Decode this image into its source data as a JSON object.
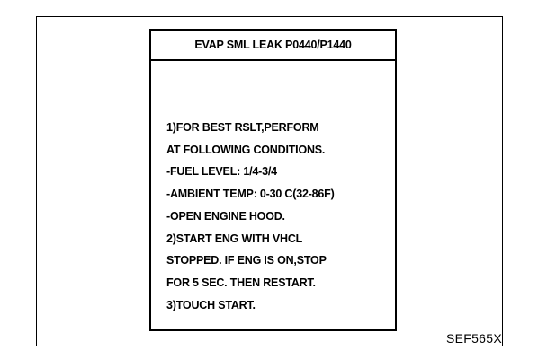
{
  "screen": {
    "title": "EVAP SML LEAK P0440/P1440",
    "lines": [
      "1)FOR BEST RSLT,PERFORM",
      "AT FOLLOWING CONDITIONS.",
      "-FUEL LEVEL: 1/4-3/4",
      "-AMBIENT TEMP: 0-30 C(32-86F)",
      "-OPEN ENGINE HOOD.",
      "2)START ENG WITH VHCL",
      "STOPPED. IF ENG IS ON,STOP",
      "FOR 5 SEC. THEN RESTART.",
      "3)TOUCH START."
    ]
  },
  "figure": {
    "code": "SEF565X"
  }
}
